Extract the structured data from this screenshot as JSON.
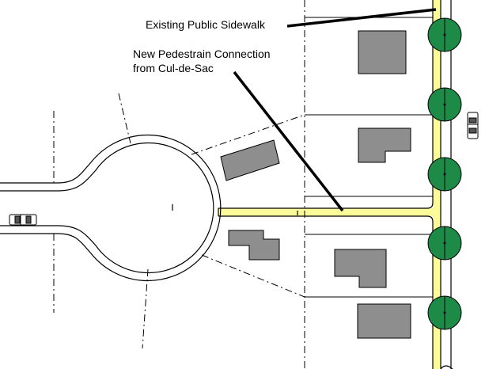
{
  "annotations": {
    "sidewalk_label": "Existing Public Sidewalk",
    "connection_label_line1": "New Pedestrain Connection",
    "connection_label_line2": "from Cul-de-Sac"
  },
  "colors": {
    "sidewalk": "#fbfb9a",
    "building": "#8e8e8e",
    "tree": "#1e8a47",
    "line": "#000000"
  },
  "icons": [
    "car-icon",
    "tree-icon",
    "building-icon"
  ]
}
